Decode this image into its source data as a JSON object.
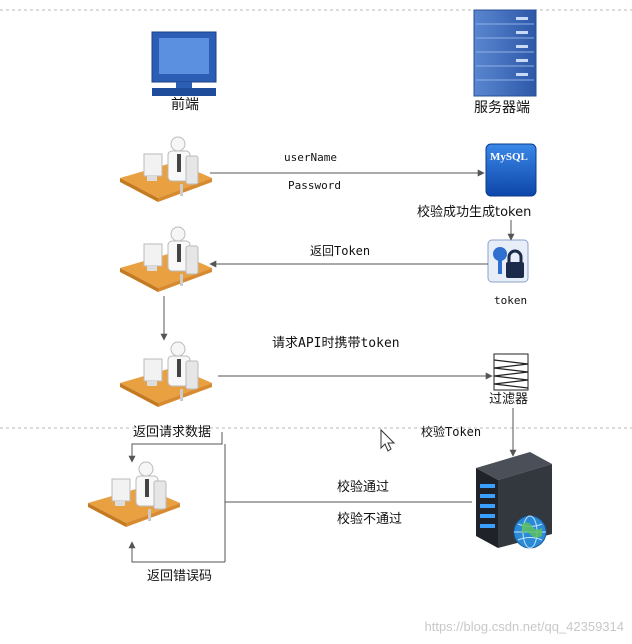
{
  "labels": {
    "frontend": "前端",
    "server": "服务器端",
    "username": "userName",
    "password": "Password",
    "verify_success": "校验成功生成token",
    "mysql": "MySQL",
    "return_token": "返回Token",
    "token": "token",
    "request_api": "请求API时携带token",
    "filter": "过滤器",
    "return_data": "返回请求数据",
    "verify_token": "校验Token",
    "pass": "校验通过",
    "fail": "校验不通过",
    "return_error": "返回错误码"
  },
  "watermark": "https://blog.csdn.net/qq_42359314",
  "colors": {
    "line": "#555555",
    "desk": "#e8a040",
    "dashed": "#b8b8b8",
    "db_blue": "#1a5cc8",
    "server_stack": "#3a66b8"
  }
}
